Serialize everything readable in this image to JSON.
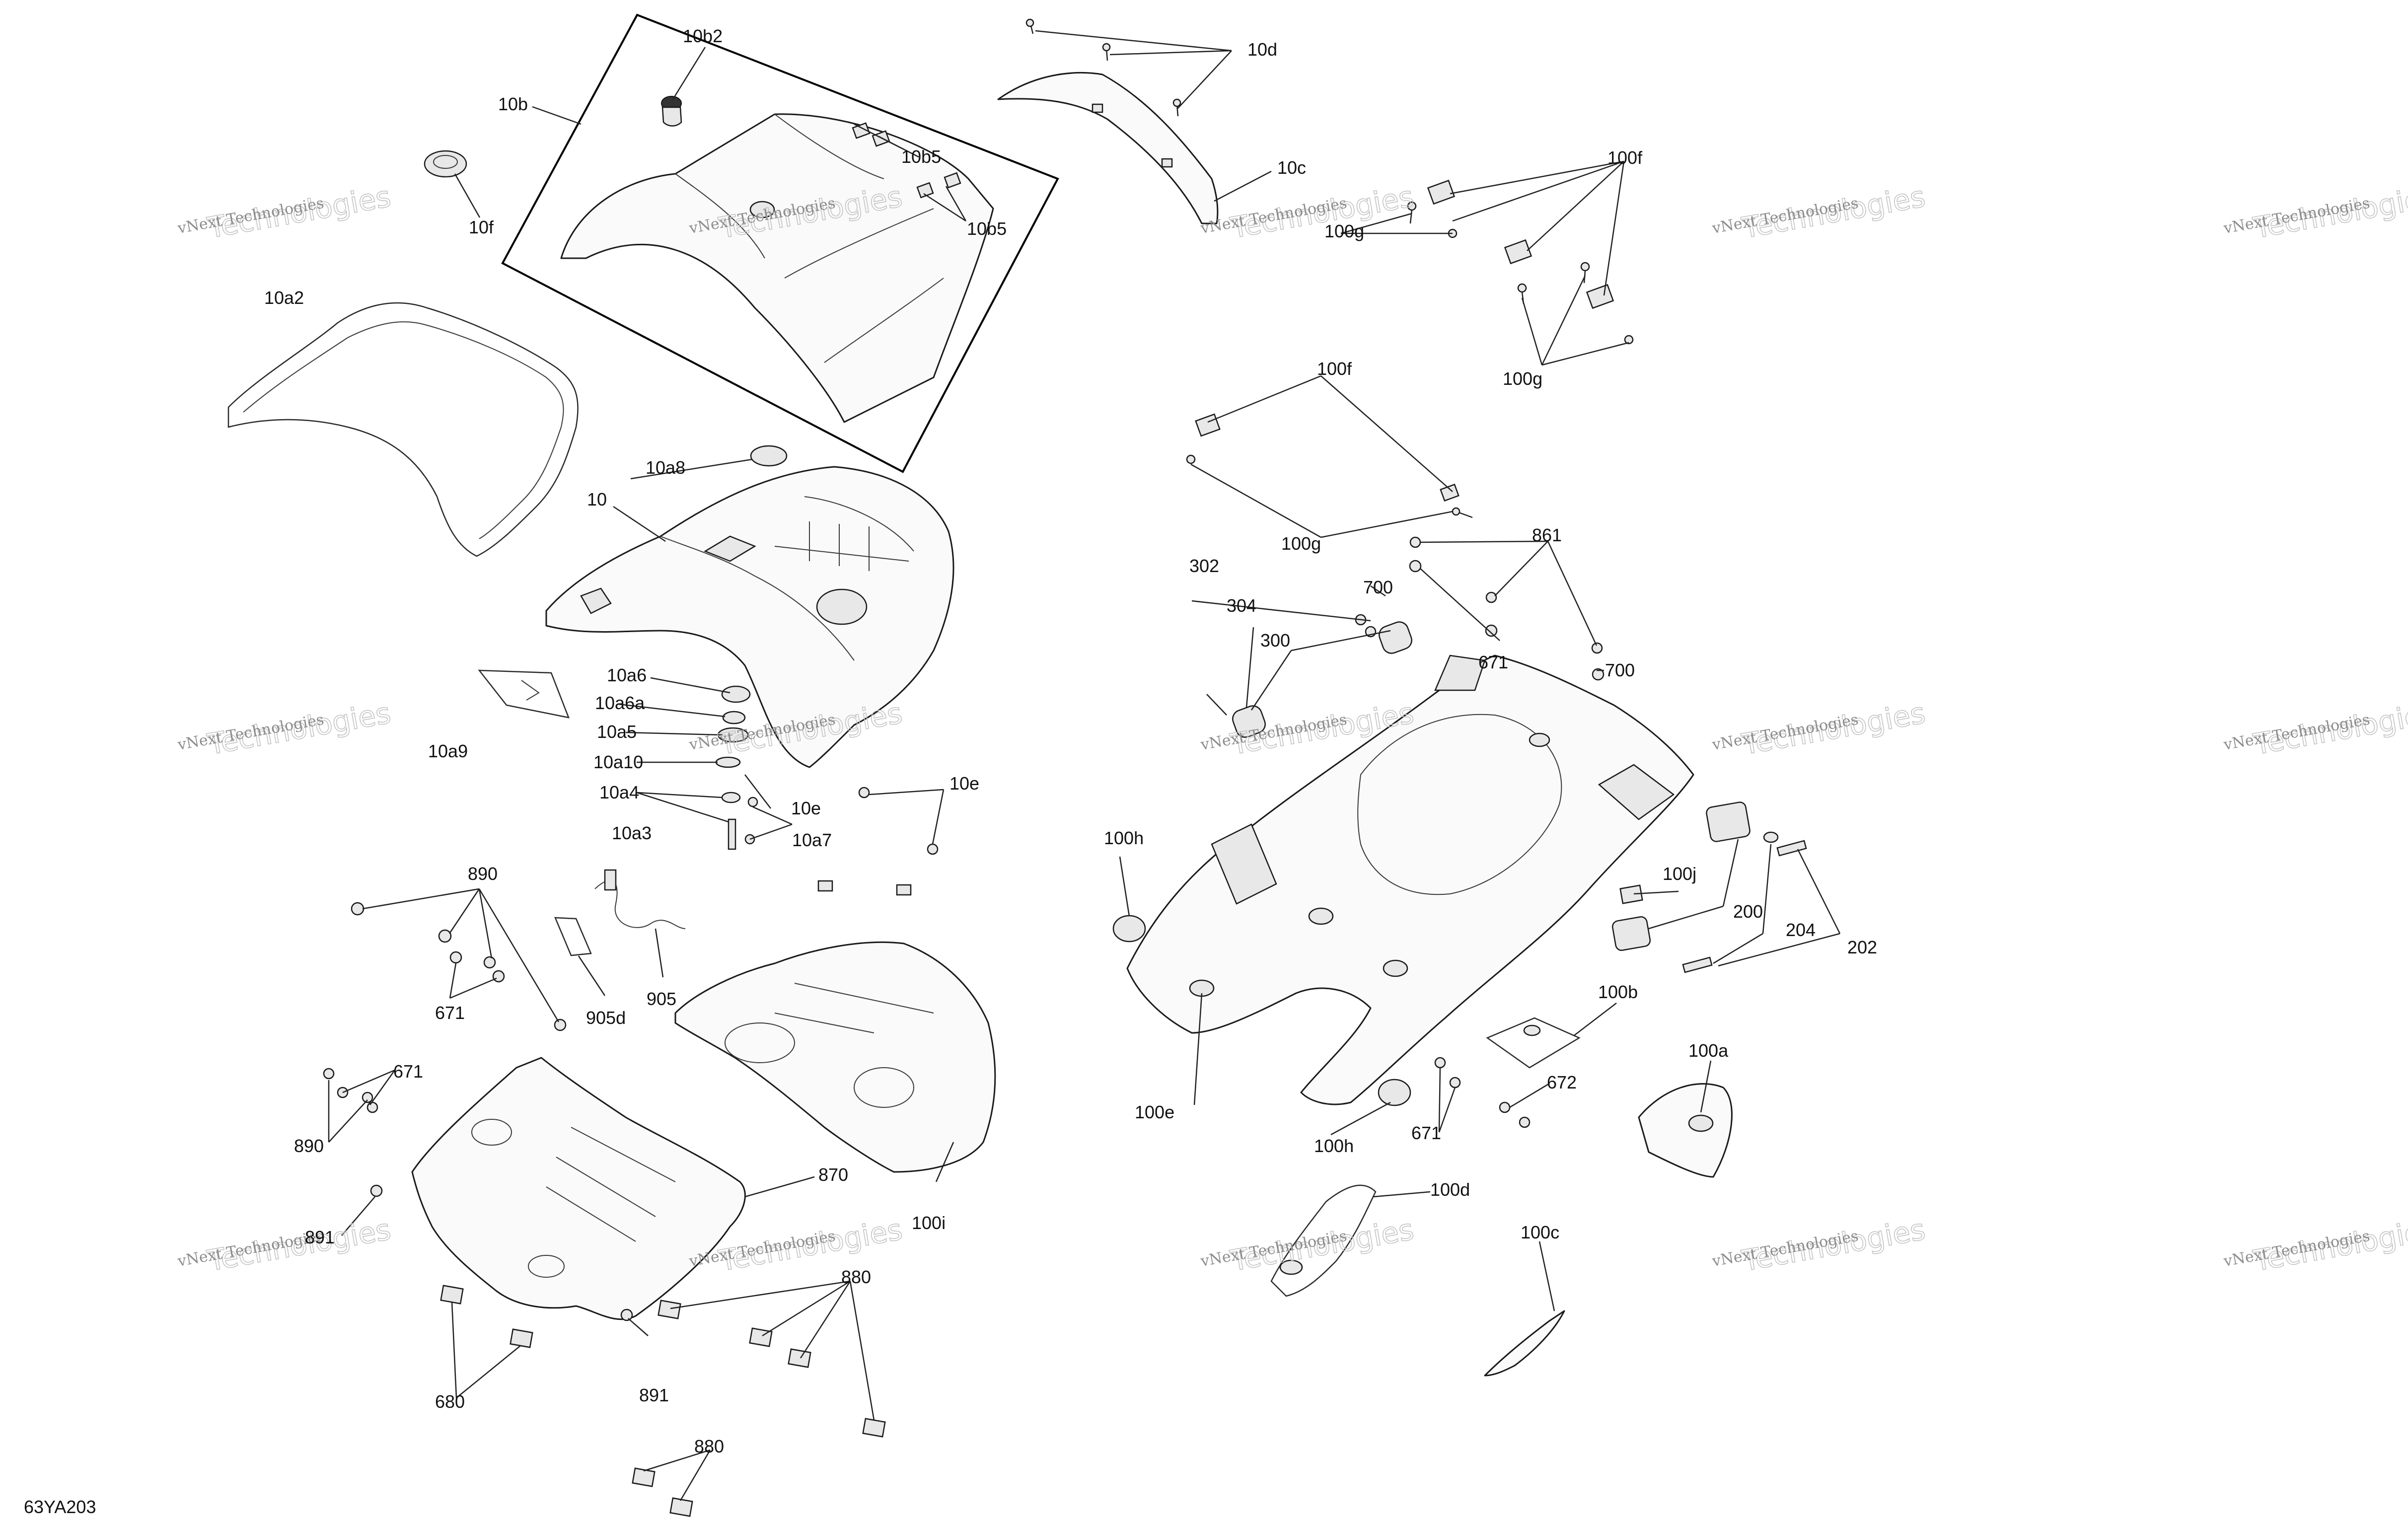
{
  "diagram": {
    "reference_code": "63YA203"
  },
  "watermark": {
    "line_a": "vNext Technologies",
    "line_b": "Technologies"
  },
  "callouts": {
    "c10": "10",
    "c10b": "10b",
    "c10b2": "10b2",
    "c10b5": "10b5",
    "c10c": "10c",
    "c10d": "10d",
    "c10e": "10e",
    "c10f": "10f",
    "c10a2": "10a2",
    "c10a3": "10a3",
    "c10a4": "10a4",
    "c10a5": "10a5",
    "c10a6": "10a6",
    "c10a6a": "10a6a",
    "c10a7": "10a7",
    "c10a8": "10a8",
    "c10a9": "10a9",
    "c10a10": "10a10",
    "c100a": "100a",
    "c100b": "100b",
    "c100c": "100c",
    "c100d": "100d",
    "c100e": "100e",
    "c100f": "100f",
    "c100g": "100g",
    "c100h": "100h",
    "c100i": "100i",
    "c100j": "100j",
    "c200": "200",
    "c202": "202",
    "c204": "204",
    "c300": "300",
    "c302": "302",
    "c304": "304",
    "c671": "671",
    "c672": "672",
    "c680": "680",
    "c700": "700",
    "c861": "861",
    "c870": "870",
    "c880": "880",
    "c890": "890",
    "c891": "891",
    "c905": "905",
    "c905d": "905d"
  }
}
